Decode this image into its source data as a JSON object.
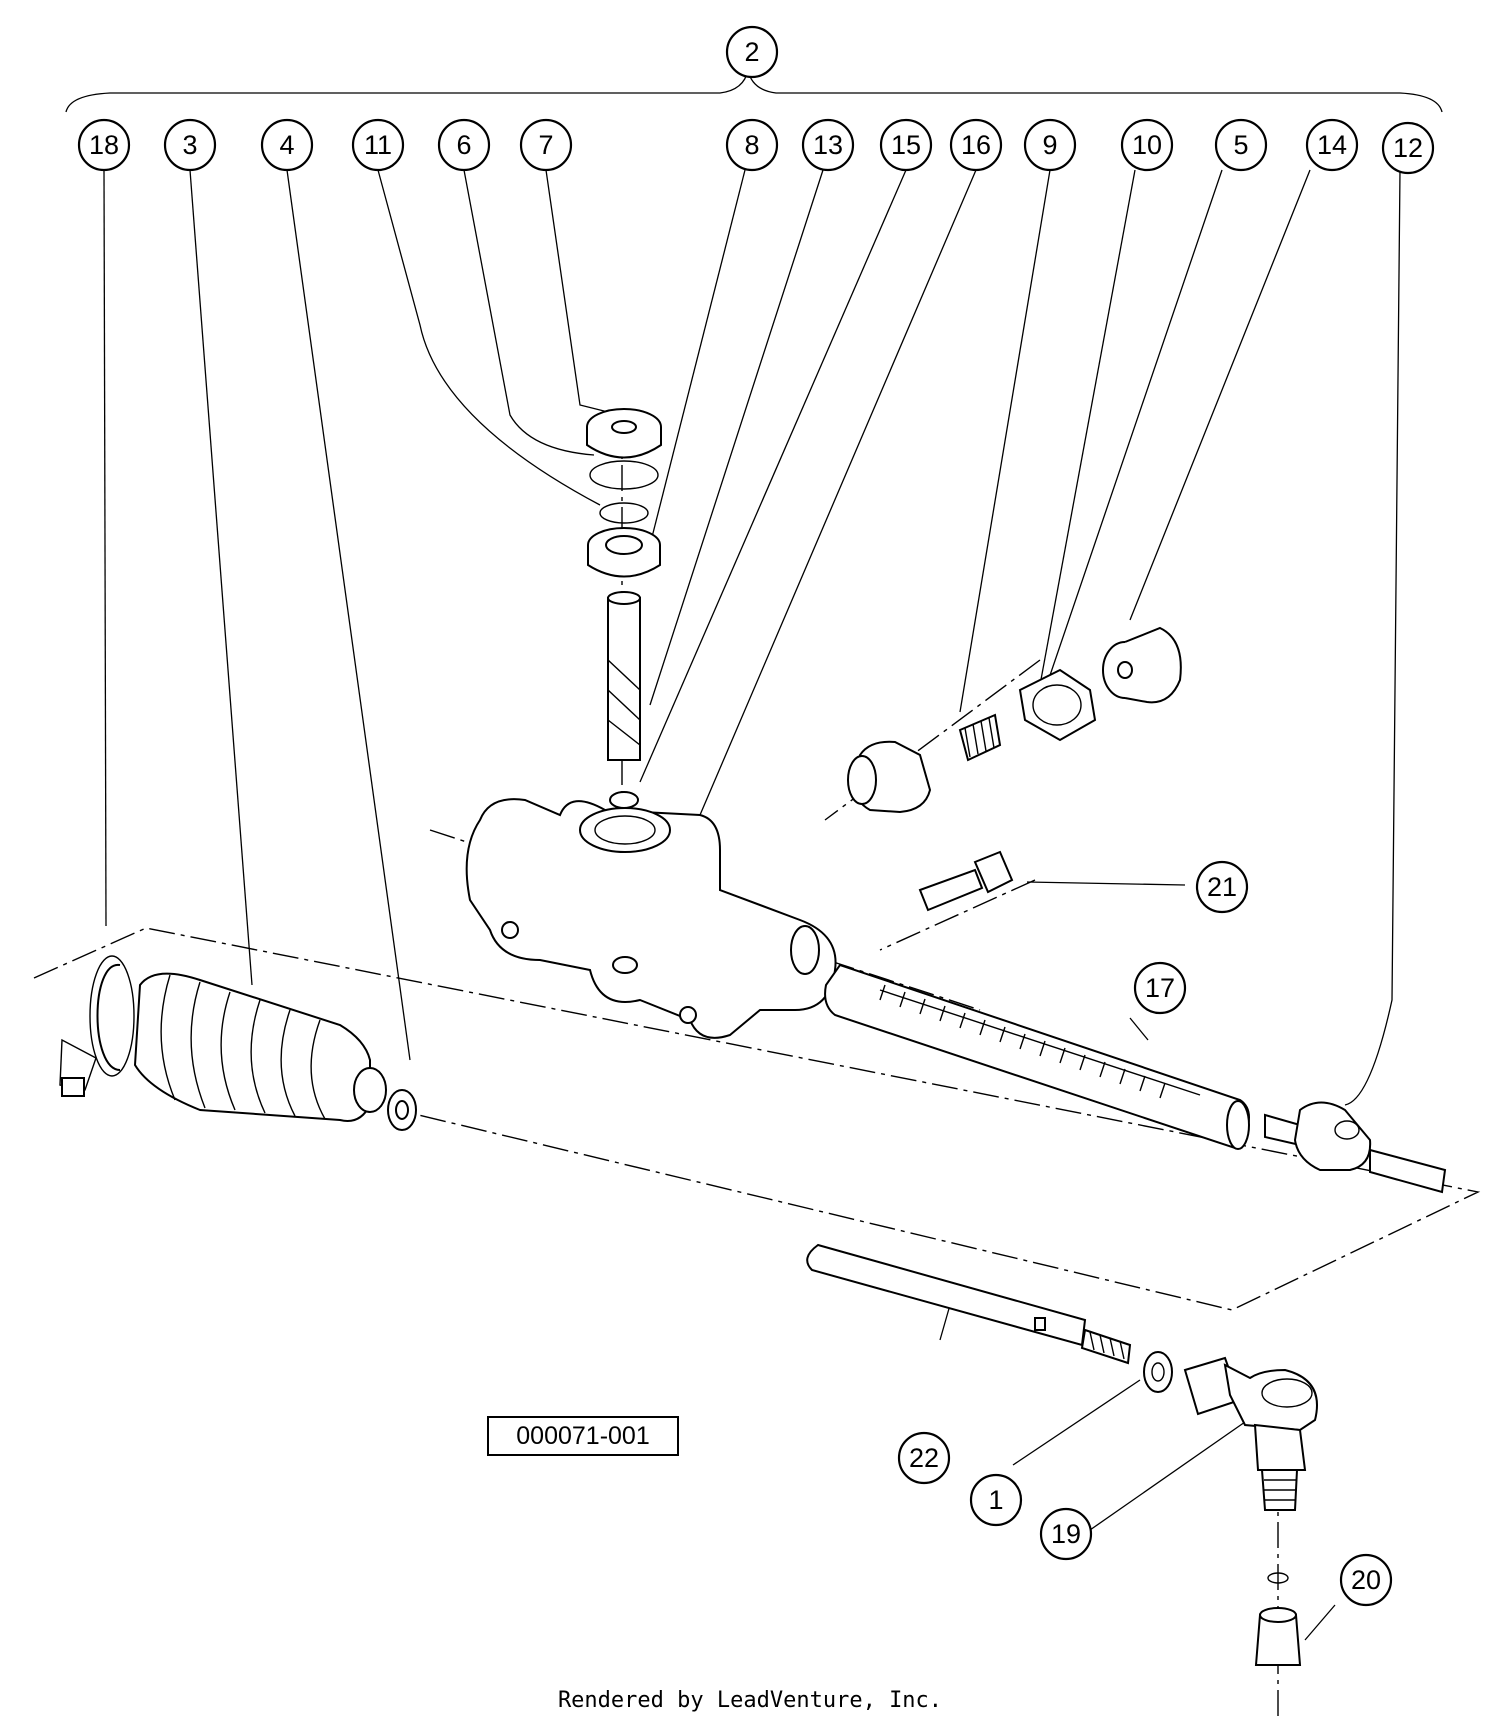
{
  "diagram": {
    "assembly_callout": "2",
    "diagram_code": "000071-001",
    "credit": "Rendered by LeadVenture, Inc.",
    "callouts_top_row": [
      "18",
      "3",
      "4",
      "11",
      "6",
      "7",
      "8",
      "13",
      "15",
      "16",
      "9",
      "10",
      "5",
      "14",
      "12"
    ],
    "callouts_other": [
      "21",
      "17",
      "22",
      "1",
      "19",
      "20"
    ],
    "colors": {
      "line": "#000000",
      "background": "#ffffff"
    }
  }
}
